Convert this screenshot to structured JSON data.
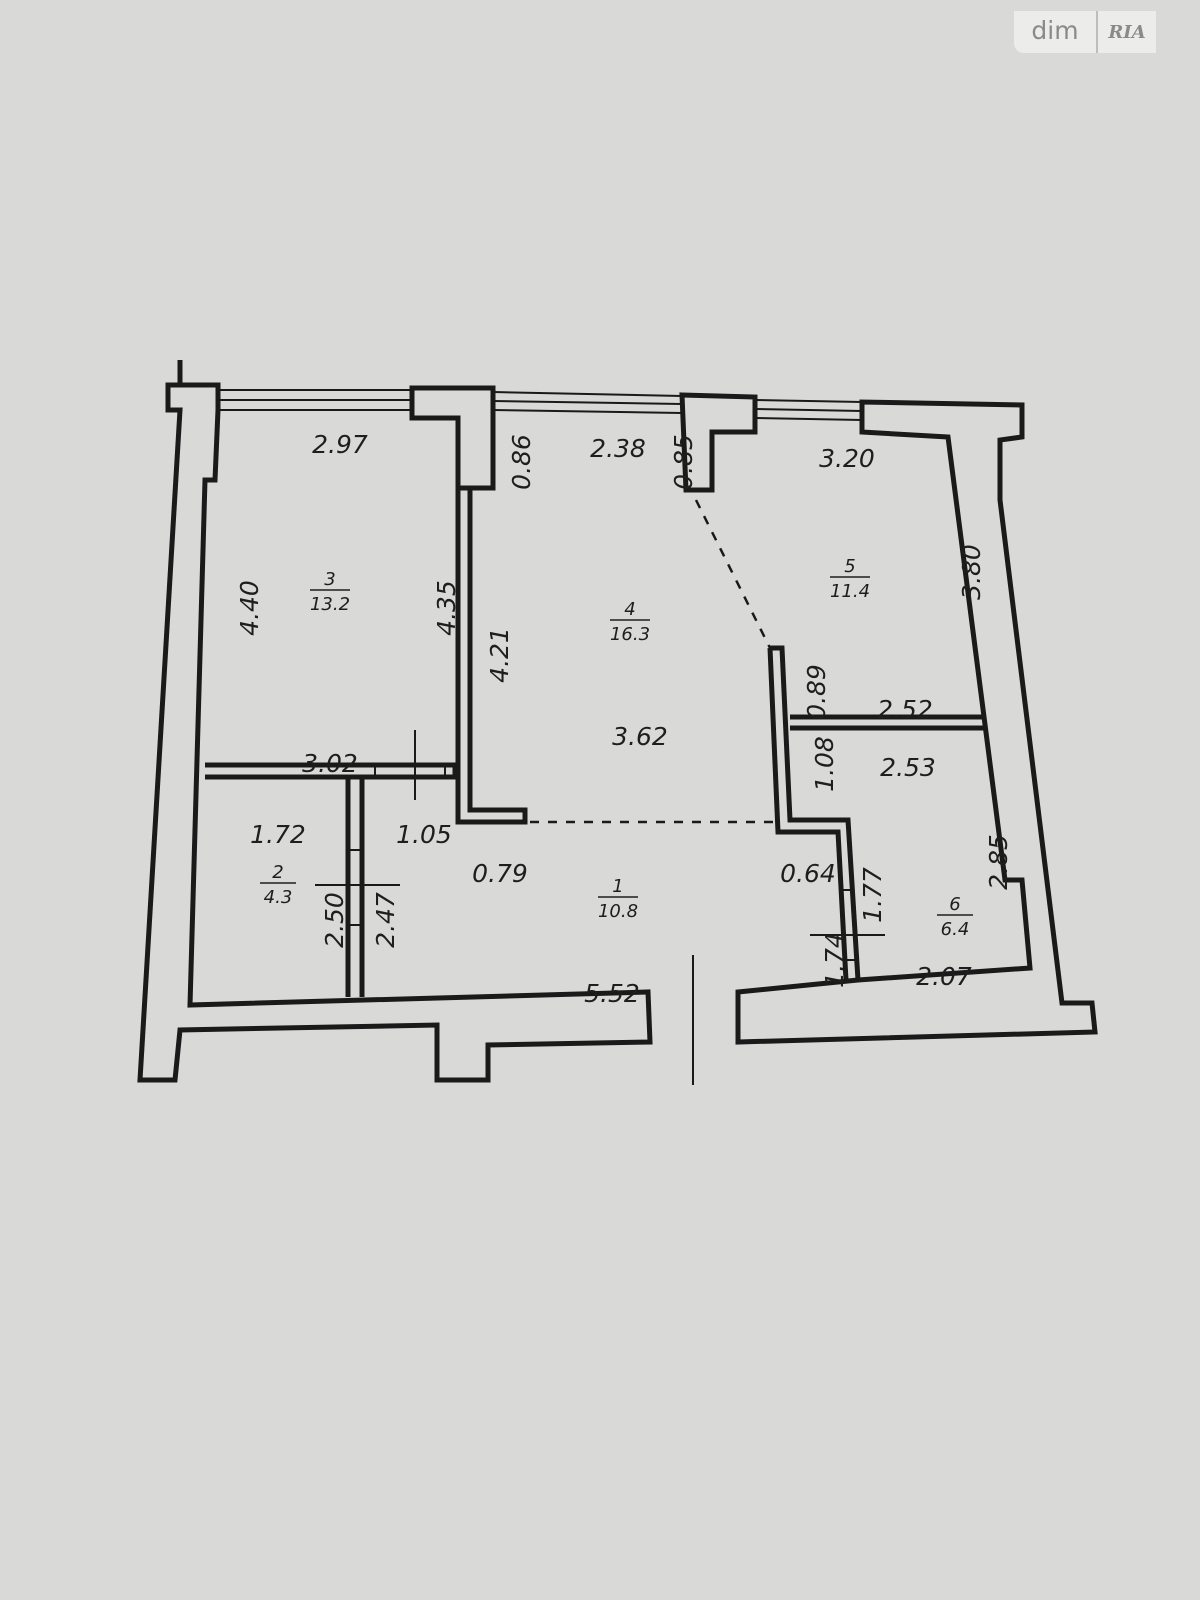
{
  "watermark": {
    "left": "dim",
    "right": "RIA"
  },
  "rooms": [
    {
      "number": "1",
      "area": "10.8"
    },
    {
      "number": "2",
      "area": "4.3"
    },
    {
      "number": "3",
      "area": "13.2"
    },
    {
      "number": "4",
      "area": "16.3"
    },
    {
      "number": "5",
      "area": "11.4"
    },
    {
      "number": "6",
      "area": "6.4"
    }
  ],
  "dimensions": {
    "room3_top": "2.97",
    "room3_left": "4.40",
    "room3_right": "4.35",
    "room3_bottom": "3.02",
    "room4_window_left": "0.86",
    "room4_top": "2.38",
    "room4_window_right": "0.85",
    "room4_left": "4.21",
    "room4_depth": "3.62",
    "room5_top": "3.20",
    "room5_right": "3.80",
    "room5_stub": "0.89",
    "room5_bottom": "2.52",
    "room6_top": "2.53",
    "room6_left": "1.08",
    "room6_right": "2.85",
    "room6_bottom": "2.07",
    "room6_door_upper": "1.77",
    "room6_door_lower": "1.74",
    "room2_top": "1.72",
    "room2_right": "2.50",
    "room1_top_left": "1.05",
    "room1_stub": "0.79",
    "room1_left": "2.47",
    "room1_right_stub": "0.64",
    "room1_bottom": "5.52"
  }
}
